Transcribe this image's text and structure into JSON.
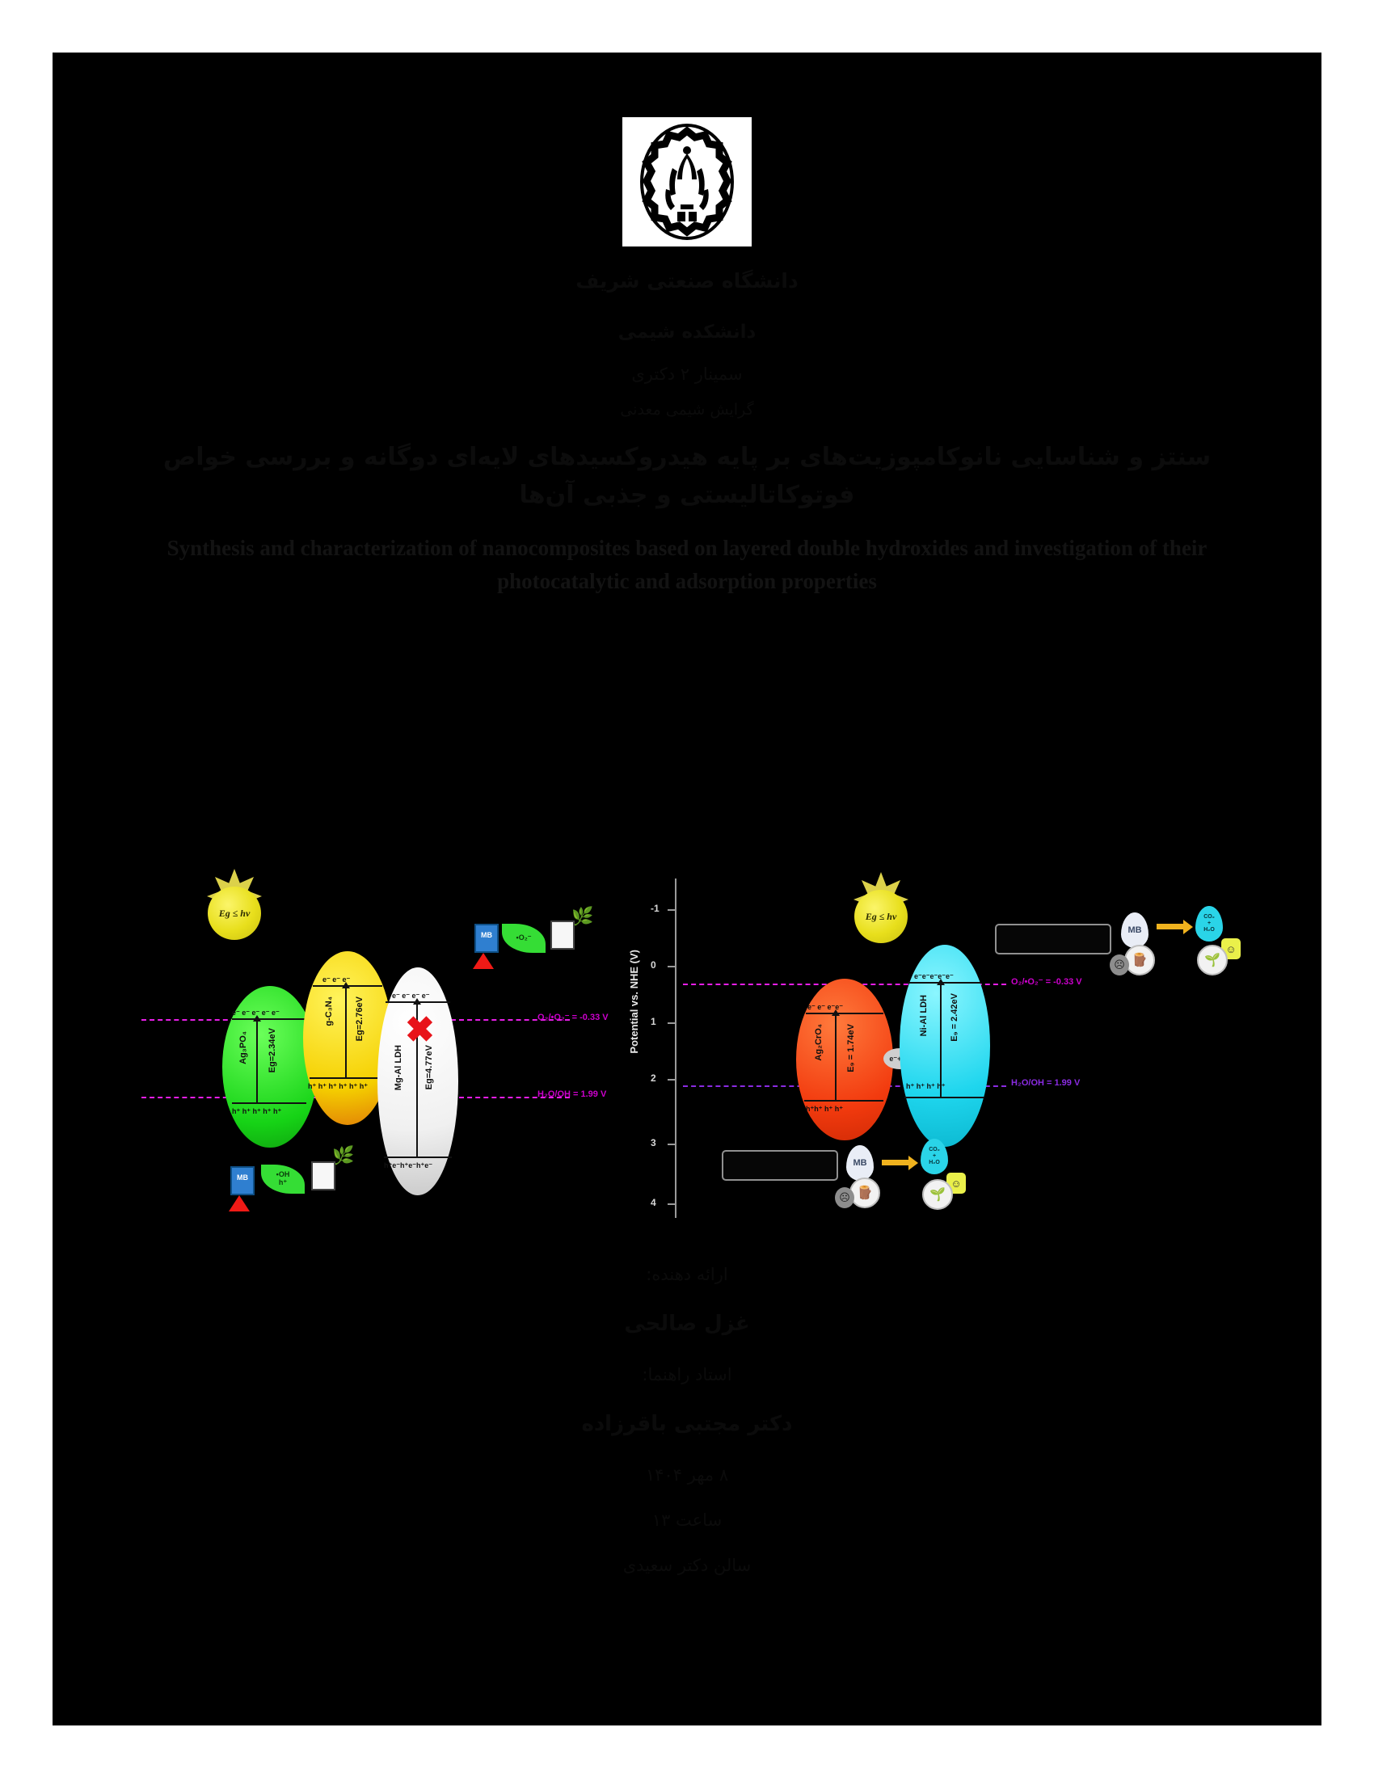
{
  "page": {
    "background_color": "#000000",
    "text_color": "#0b0b0b",
    "margin_color": "#ffffff"
  },
  "logo": {
    "name": "sharif-university-logo",
    "alt": "Sharif University of Technology emblem"
  },
  "header": {
    "university": "دانشگاه صنعتی شریف",
    "faculty": "دانشکده شیمی",
    "seminar": "سمینار ۲ دکتری",
    "major": "گرایش شیمی معدنی",
    "title_fa": "سنتز و شناسایی نانوکامپوزیت‌های بر پایه هیدروکسیدهای لایه‌ای دوگانه و بررسی خواص فوتوکاتالیستی و جذبی آن‌ها",
    "title_en": "Synthesis and characterization of nanocomposites based on layered double hydroxides and investigation of their photocatalytic and adsorption properties"
  },
  "figure": {
    "caption_hidden": true,
    "left_panel": {
      "name": "photocatalysis-scheme-left",
      "sun_label": "Eg ≤ hν",
      "materials": [
        {
          "name": "Ag₃PO₄",
          "bandgap": "Eg=2.34eV",
          "color": "#2ee82e",
          "electrons": "e⁻ e⁻ e⁻ e⁻ e⁻",
          "holes": "h⁺ h⁺ h⁺ h⁺ h⁺"
        },
        {
          "name": "g-C₃N₄",
          "bandgap": "Eg=2.76eV",
          "color": "#fcdc00",
          "electrons": "e⁻ e⁻ e⁻",
          "holes": "h⁺ h⁺ h⁺ h⁺ h⁺ h⁺"
        },
        {
          "name": "Mg-Al LDH",
          "bandgap": "Eg=4.77eV",
          "color": "#fafafa",
          "electrons": "e⁻ e⁻ e⁻ e⁻",
          "holes": "h⁺e⁻h⁺e⁻h⁺e⁻"
        }
      ],
      "blocked_marker": "✖",
      "potentials": [
        {
          "label": "O₂/•O₂⁻ = -0.33 V",
          "color": "#cc00cc"
        },
        {
          "label": "H₂O/OH = 1.99 V",
          "color": "#cc00cc"
        }
      ],
      "icons_top": {
        "beaker": "MB",
        "leaf": "•O₂⁻",
        "vessel": "beaker-white"
      },
      "icons_bottom": {
        "beaker": "MB",
        "leaf_line1": "•OH",
        "leaf_line2": "h⁺",
        "vessel": "beaker-white"
      }
    },
    "right_panel": {
      "name": "photocatalysis-scheme-right",
      "sun_label": "Eg ≤ hν",
      "axis_title": "Potential vs. NHE (V)",
      "axis_ticks": [
        "-1",
        "0",
        "1",
        "2",
        "3",
        "4"
      ],
      "materials": [
        {
          "name": "Ag₂CrO₄",
          "bandgap": "E₉ = 1.74eV",
          "color": "#f53c10",
          "electrons": "e⁻ e⁻ e⁻e⁻",
          "holes": "h⁺h⁺ h⁺ h⁺"
        },
        {
          "name": "Ni-Al LDH",
          "bandgap": "E₉ = 2.42eV",
          "color": "#26dff0",
          "electrons": "e⁻e⁻e⁻e⁻e⁻",
          "holes": "h⁺ h⁺ h⁺ h⁺"
        }
      ],
      "recombination_label": "e⁻+h⁺",
      "potentials": [
        {
          "label": "O₂/•O₂⁻ = -0.33 V",
          "color": "#cc00cc"
        },
        {
          "label": "H₂O/OH = 1.99 V",
          "color": "#8a2be2"
        }
      ],
      "products": {
        "pollutant": "MB",
        "product_line1": "CO₂",
        "product_line2": "+",
        "product_line3": "H₂O"
      }
    }
  },
  "footer": {
    "presenter_label": "ارائه دهنده:",
    "presenter_name": "غزل صالحی",
    "supervisor_label": "استاد راهنما:",
    "supervisor_name": "دکتر مجتبی باقرزاده",
    "date": "۸ مهر ۱۴۰۴",
    "time": "ساعت ۱۳",
    "hall": "سالن دکتر سعیدی"
  }
}
